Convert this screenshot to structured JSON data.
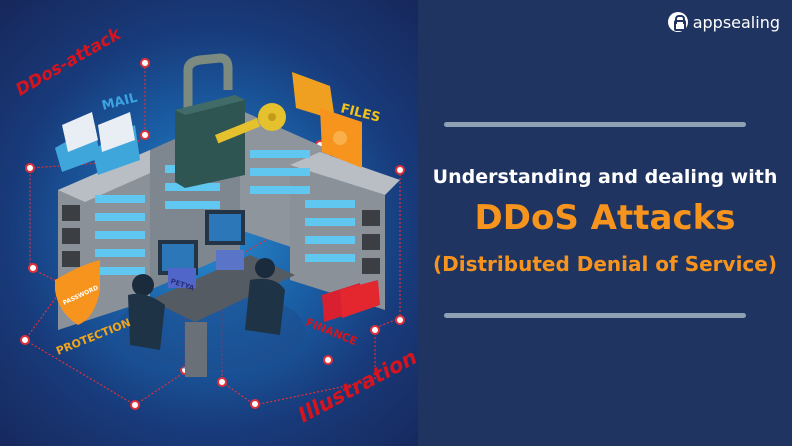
{
  "brand": {
    "name": "appsealing",
    "icon": "lock-icon"
  },
  "headline": {
    "line1": "Understanding and dealing with",
    "line2": "DDoS Attacks",
    "line3": "(Distributed Denial of Service)"
  },
  "illustration": {
    "labels": {
      "ddos": "DDos-attack",
      "mail": "MAIL",
      "files": "FILES",
      "protection": "PROTECTION",
      "password": "PASSWORD",
      "finance": "FINANCE",
      "illustration": "Illustration",
      "petya": "PETYA"
    }
  },
  "colors": {
    "accent": "#f7941d",
    "background": "#1f3461",
    "divider": "#8fa2b3",
    "red_label": "#d7141e"
  }
}
